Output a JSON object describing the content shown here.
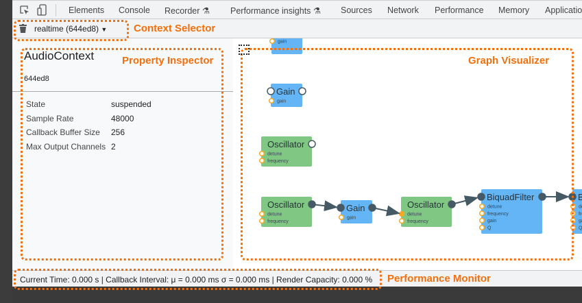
{
  "tabs": [
    {
      "label": "Elements"
    },
    {
      "label": "Console"
    },
    {
      "label": "Recorder",
      "experimental": true
    },
    {
      "label": "Performance insights",
      "experimental": true
    },
    {
      "label": "Sources"
    },
    {
      "label": "Network"
    },
    {
      "label": "Performance"
    },
    {
      "label": "Memory"
    },
    {
      "label": "Applicatio"
    }
  ],
  "toolbar": {
    "context": "realtime (644ed8)"
  },
  "inspector": {
    "title": "AudioContext",
    "id": "644ed8",
    "props": [
      {
        "k": "State",
        "v": "suspended"
      },
      {
        "k": "Sample Rate",
        "v": "48000"
      },
      {
        "k": "Callback Buffer Size",
        "v": "256"
      },
      {
        "k": "Max Output Channels",
        "v": "2"
      }
    ]
  },
  "monitor": {
    "text": "Current Time: 0.000 s | Callback Interval: μ = 0.000 ms σ = 0.000 ms | Render Capacity: 0.000 %"
  },
  "annotations": {
    "context": "Context Selector",
    "inspector": "Property Inspector",
    "graph": "Graph Visualizer",
    "monitor": "Performance Monitor"
  },
  "colors": {
    "annotation": "#f36f0c",
    "gain": "#64b5f6",
    "oscillator": "#81c784",
    "param": "#f9a825",
    "port": "#455a64"
  },
  "graph": {
    "nodes": [
      {
        "id": "g0",
        "type": "Gain",
        "params": [
          "gain"
        ]
      },
      {
        "id": "g1",
        "type": "Gain",
        "params": [
          "gain"
        ]
      },
      {
        "id": "o1",
        "type": "Oscillator",
        "params": [
          "detune",
          "frequency"
        ]
      },
      {
        "id": "o2",
        "type": "Oscillator",
        "params": [
          "detune",
          "frequency"
        ]
      },
      {
        "id": "g2",
        "type": "Gain",
        "params": [
          "gain"
        ]
      },
      {
        "id": "o3",
        "type": "Oscillator",
        "params": [
          "detune",
          "frequency"
        ]
      },
      {
        "id": "b1",
        "type": "BiquadFilter",
        "params": [
          "detune",
          "frequency",
          "gain",
          "Q"
        ]
      },
      {
        "id": "b2",
        "type": "BiquadFilter",
        "params": [
          "detune",
          "frequency",
          "gain",
          "Q"
        ]
      }
    ],
    "edges": [
      {
        "from": "o2",
        "to": "g2"
      },
      {
        "from": "g2",
        "to": "o3",
        "param": "detune"
      },
      {
        "from": "o3",
        "to": "b1"
      },
      {
        "from": "b1",
        "to": "b2"
      }
    ]
  }
}
